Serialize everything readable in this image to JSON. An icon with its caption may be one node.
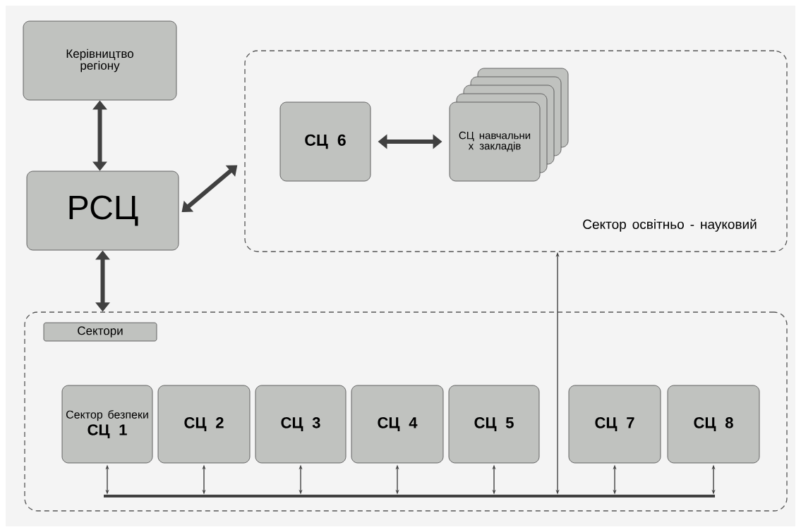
{
  "diagram": {
    "nodes": [
      {
        "text": [
          "Керівництво регіону"
        ]
      },
      {
        "text": [
          "РСЦ"
        ]
      },
      {
        "text": [
          "Сектор освітньо - науковий"
        ]
      },
      {
        "text": [
          "СЦ 6"
        ],
        "in": 2
      },
      {
        "text": [
          "СЦ навчальни х закладів"
        ],
        "in": 2
      },
      {
        "text": [],
        "shape": "box"
      },
      {
        "text": [
          "Сектори"
        ],
        "in": 5
      },
      {
        "text": [],
        "shape": "bar",
        "in": 5
      },
      {
        "text": [
          "Сектор безпеки",
          "СЦ 1"
        ],
        "in": 5
      },
      {
        "text": [
          "СЦ 2"
        ],
        "in": 5
      },
      {
        "text": [
          "СЦ 3"
        ],
        "in": 5
      },
      {
        "text": [
          "СЦ 4"
        ],
        "in": 5
      },
      {
        "text": [
          "СЦ 5"
        ],
        "in": 5
      },
      {
        "text": [
          "СЦ 7"
        ],
        "in": 5
      },
      {
        "text": [
          "СЦ 8"
        ],
        "in": 5
      }
    ],
    "edges": [
      {
        "from": 0,
        "to": 1,
        "arrow": "both",
        "style": "thick"
      },
      {
        "from": 1,
        "to": 2,
        "arrow": "both",
        "style": "thick"
      },
      {
        "from": 1,
        "to": 5,
        "arrow": "both",
        "style": "thick"
      },
      {
        "from": 3,
        "to": 4,
        "arrow": "both",
        "style": "thick"
      },
      {
        "from": 8,
        "to": 7,
        "arrow": "both"
      },
      {
        "from": 9,
        "to": 7,
        "arrow": "both"
      },
      {
        "from": 10,
        "to": 7,
        "arrow": "both"
      },
      {
        "from": 11,
        "to": 7,
        "arrow": "both"
      },
      {
        "from": 12,
        "to": 7,
        "arrow": "both"
      },
      {
        "from": 13,
        "to": 7,
        "arrow": "both"
      },
      {
        "from": 14,
        "to": 7,
        "arrow": "both"
      },
      {
        "from": 7,
        "to": 2,
        "arrow": "both"
      }
    ]
  }
}
